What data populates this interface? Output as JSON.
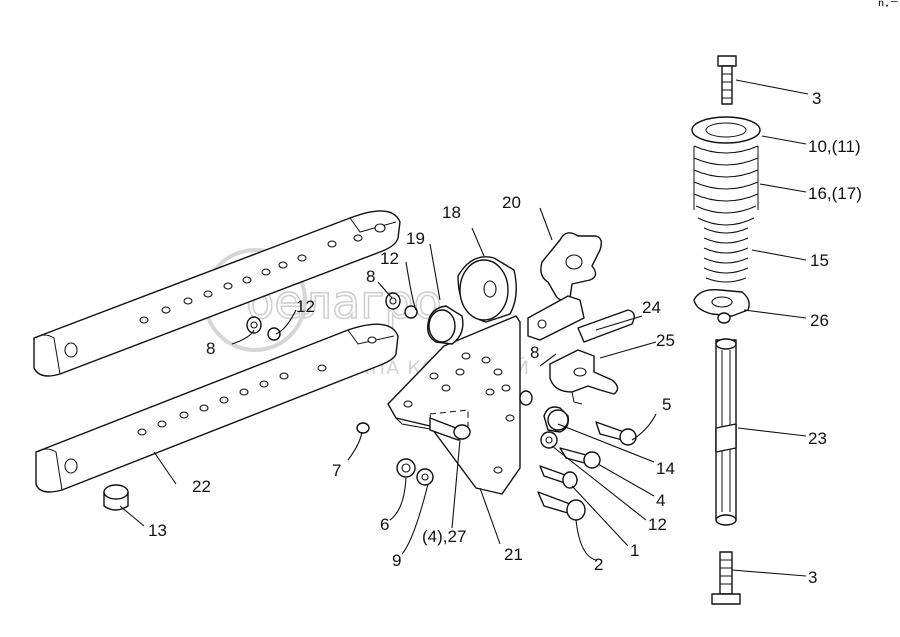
{
  "labels": {
    "p1": "1",
    "p2": "2",
    "p3a": "3",
    "p3b": "3",
    "p4": "4",
    "p4_27": "(4),27",
    "p5": "5",
    "p6": "6",
    "p7": "7",
    "p8a": "8",
    "p8b": "8",
    "p8c": "8",
    "p9": "9",
    "p10_11": "10,(11)",
    "p12a": "12",
    "p12b": "12",
    "p12c": "12",
    "p13": "13",
    "p14": "14",
    "p15": "15",
    "p16_17": "16,(17)",
    "p18": "18",
    "p19": "19",
    "p20": "20",
    "p21": "21",
    "p22": "22",
    "p23": "23",
    "p24": "24",
    "p25": "25",
    "p26": "26"
  },
  "watermark": {
    "brand": "белагро",
    "subtitle": "ГРУППА КОМПАНИЙ"
  },
  "corner_mark": "ⁿ·⁻⁻"
}
